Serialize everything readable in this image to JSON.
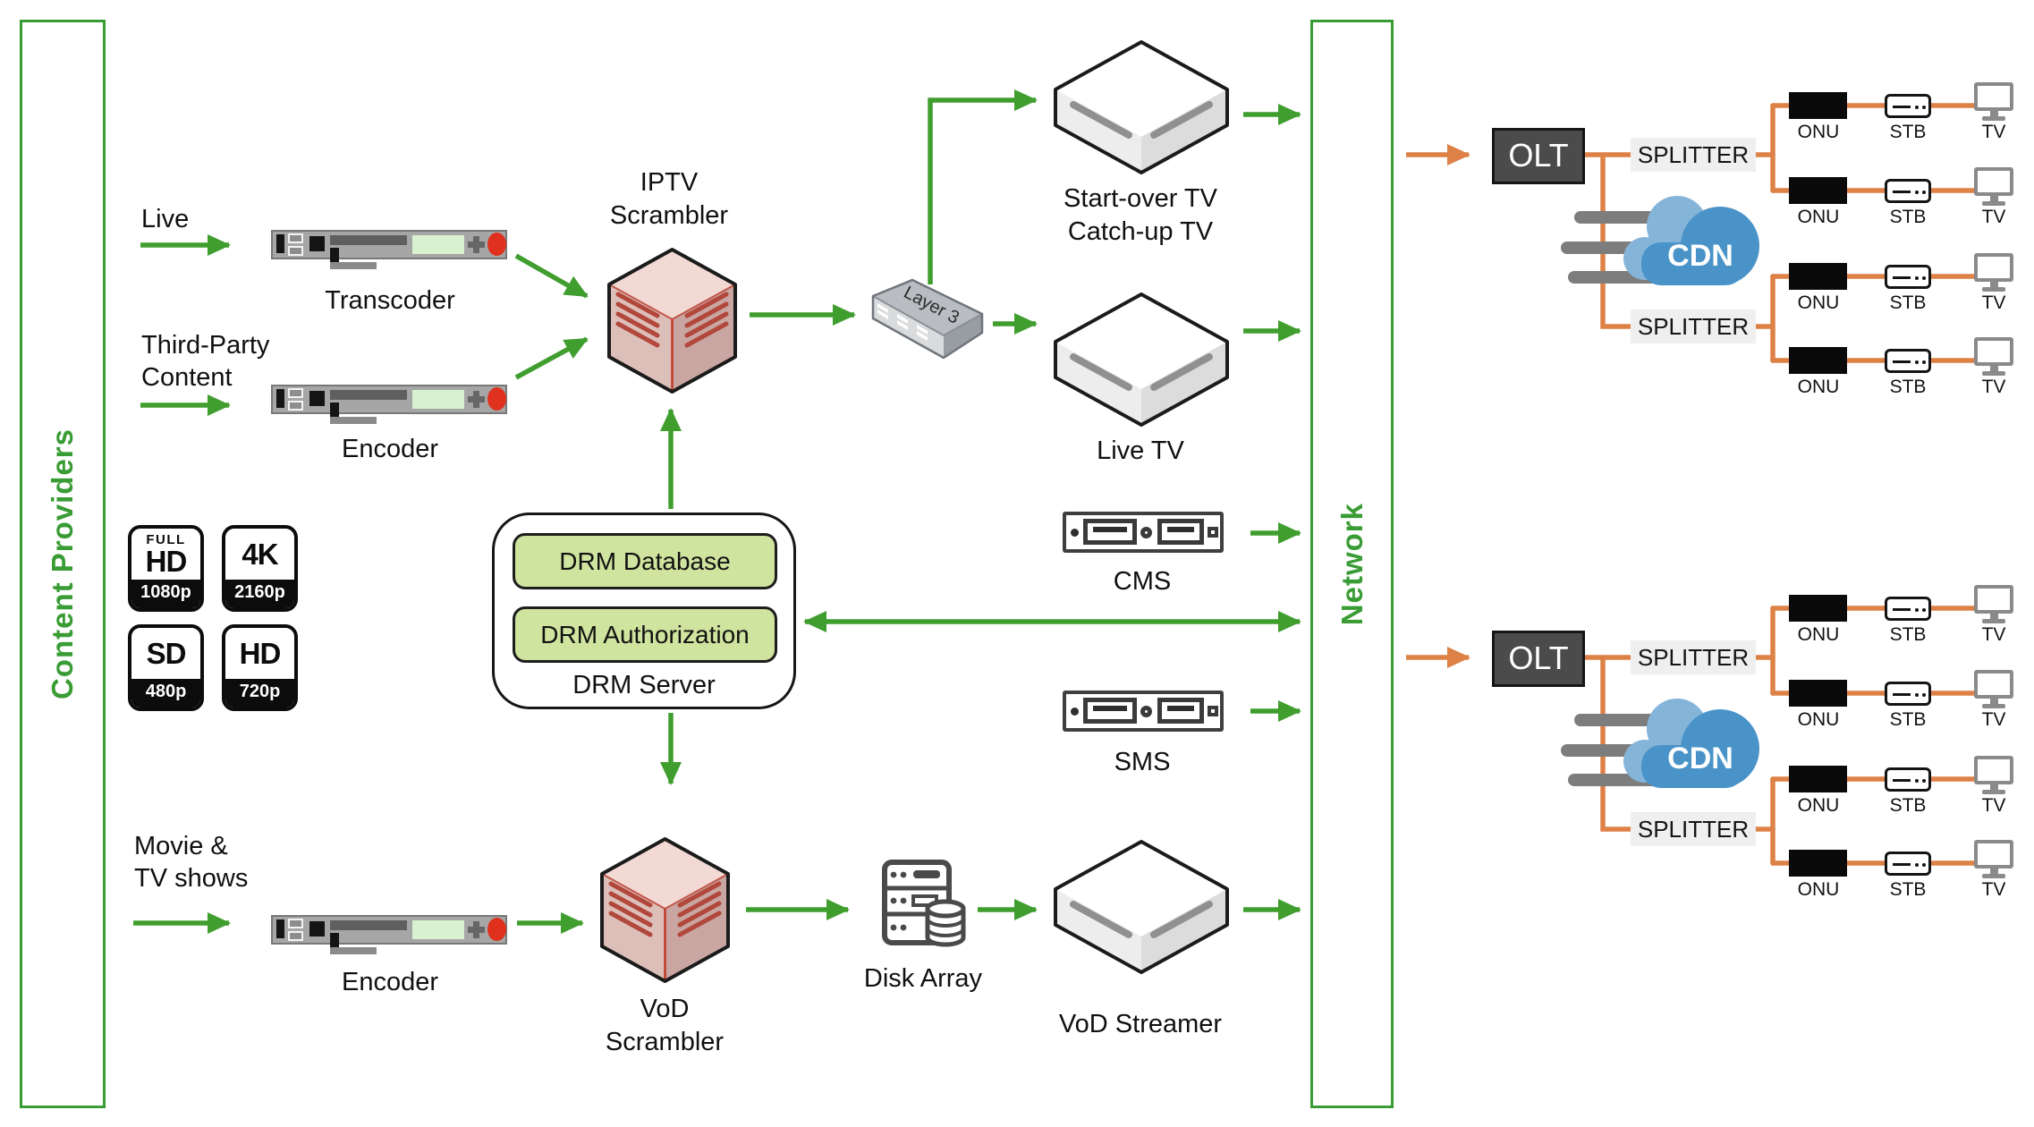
{
  "palette": {
    "arrow_green": "#3f9e2e",
    "rail_green": "#3a9c35",
    "pon_orange": "#dd8147",
    "cdn_blue": "#4a93c8",
    "cdn_blue_light": "#85b4d9",
    "drm_pill_green": "#cfe49e",
    "scrambler_pink": "#f2d9d4"
  },
  "rails": {
    "content_providers": "Content Providers",
    "network": "Network"
  },
  "headend": {
    "live": "Live",
    "transcoder": "Transcoder",
    "third_party_1": "Third-Party",
    "third_party_2": "Content",
    "encoder": "Encoder",
    "iptv_1": "IPTV",
    "iptv_2": "Scrambler",
    "layer3": "Layer 3",
    "startover_1": "Start-over TV",
    "startover_2": "Catch-up TV",
    "livetv": "Live TV",
    "cms": "CMS",
    "sms": "SMS"
  },
  "drm": {
    "database": "DRM Database",
    "authorization": "DRM Authorization",
    "server": "DRM Server"
  },
  "badges": [
    {
      "top": "FULL",
      "main": "HD",
      "sub": "1080p"
    },
    {
      "top": "",
      "main": "4K",
      "sub": "2160p"
    },
    {
      "top": "",
      "main": "SD",
      "sub": "480p"
    },
    {
      "top": "",
      "main": "HD",
      "sub": "720p"
    }
  ],
  "vod": {
    "source_1": "Movie &",
    "source_2": "TV shows",
    "encoder": "Encoder",
    "scrambler_1": "VoD",
    "scrambler_2": "Scrambler",
    "disk_array": "Disk Array",
    "streamer": "VoD Streamer"
  },
  "access": {
    "olt": "OLT",
    "splitter": "SPLITTER",
    "cdn": "CDN",
    "onu": "ONU",
    "stb": "STB",
    "tv": "TV"
  }
}
